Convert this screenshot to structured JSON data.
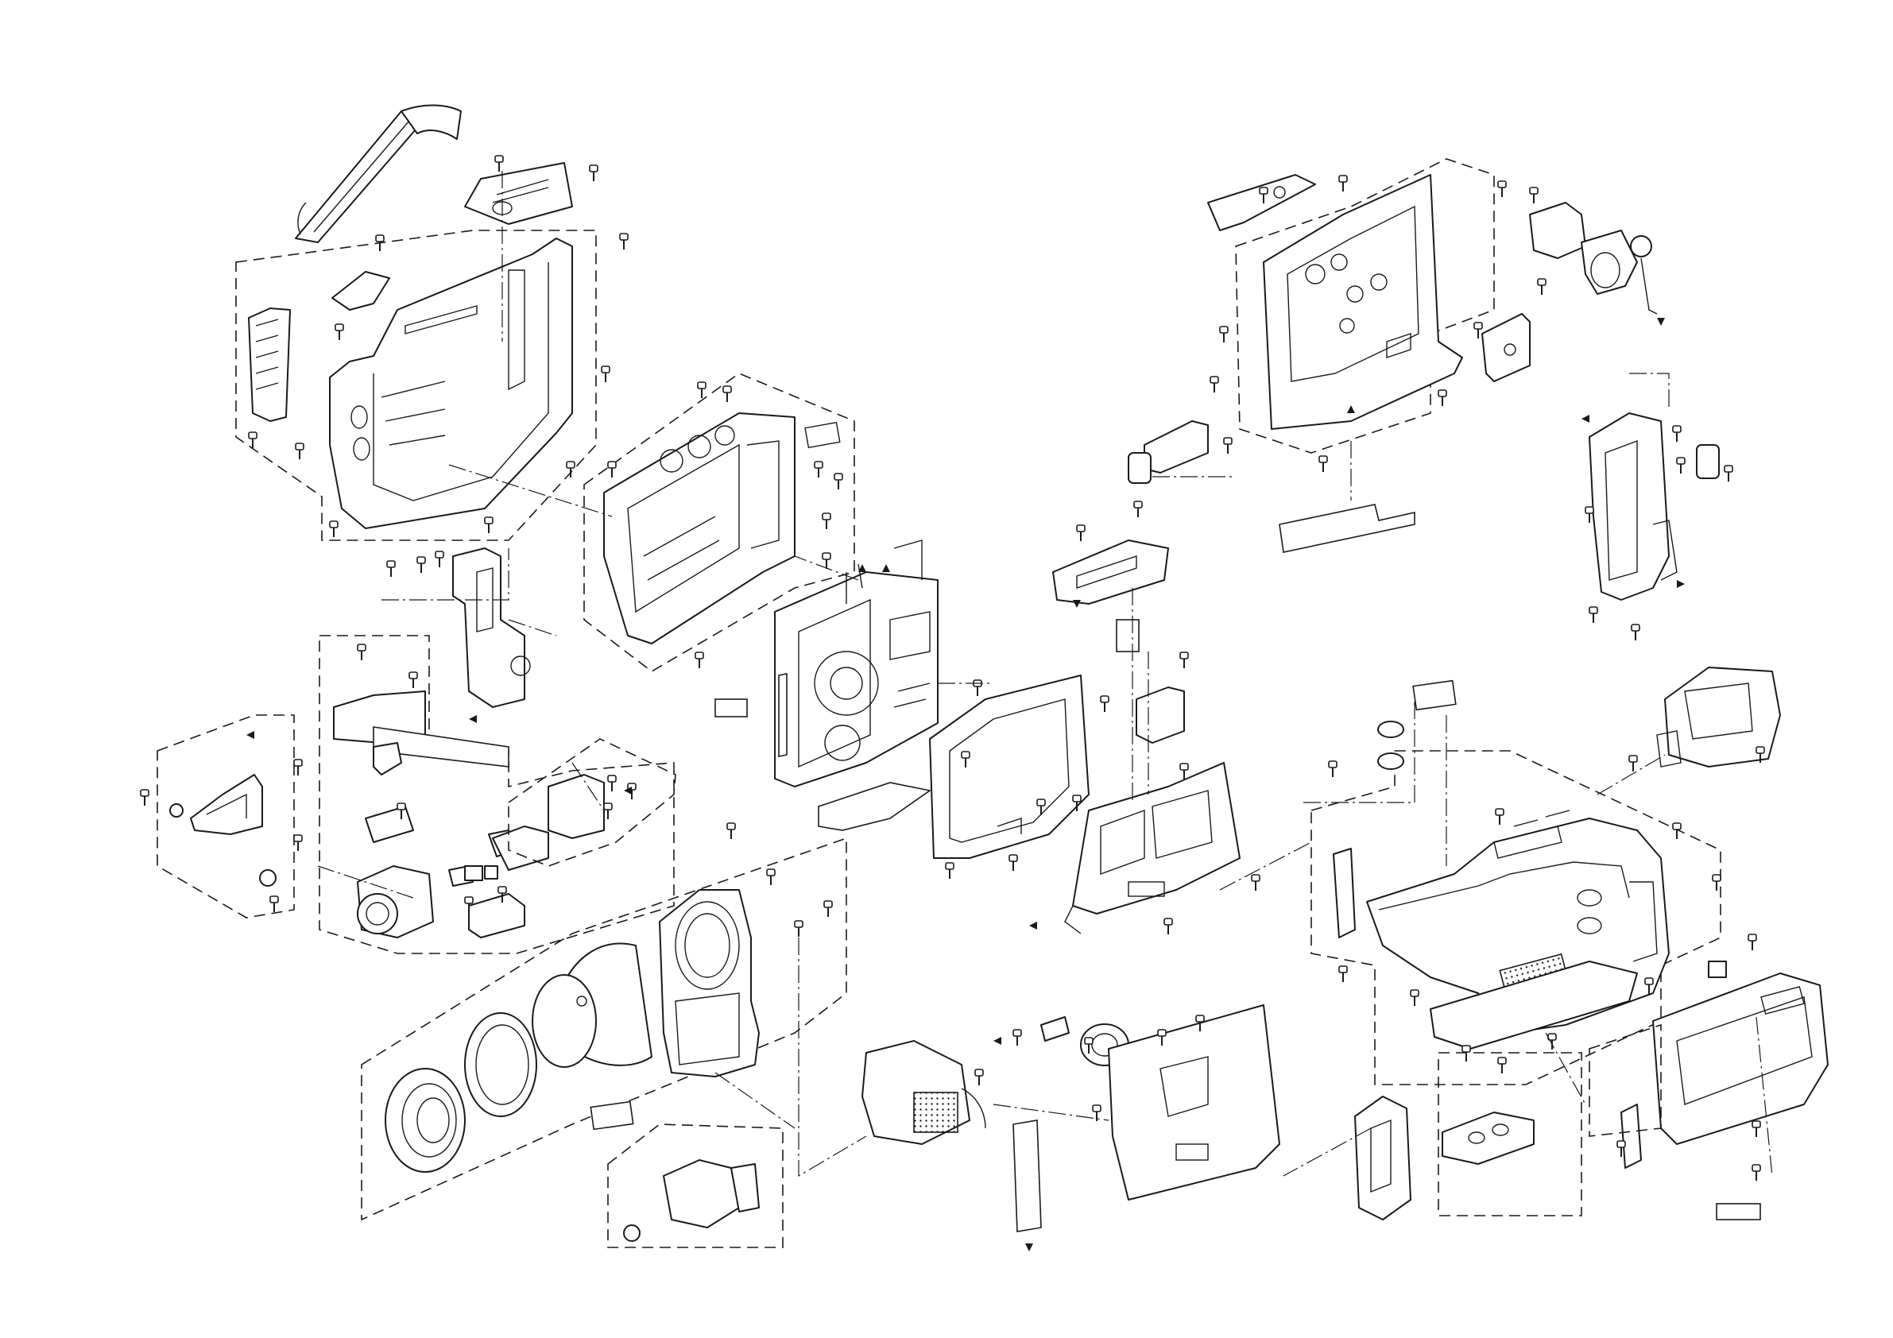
{
  "diagram": {
    "kind": "exploded-parts-view",
    "colors": {
      "line": "#1a1a1a",
      "background": "#ffffff"
    },
    "groups": [
      {
        "id": "grip-frame-group"
      },
      {
        "id": "mechanism-chassis-group"
      },
      {
        "id": "rear-frame-group"
      },
      {
        "id": "left-bracket-group"
      },
      {
        "id": "cassette-holder-group"
      },
      {
        "id": "lens-barrel-group"
      },
      {
        "id": "front-cover-group"
      },
      {
        "id": "flash-unit-group"
      },
      {
        "id": "bottom-control-group"
      }
    ]
  }
}
